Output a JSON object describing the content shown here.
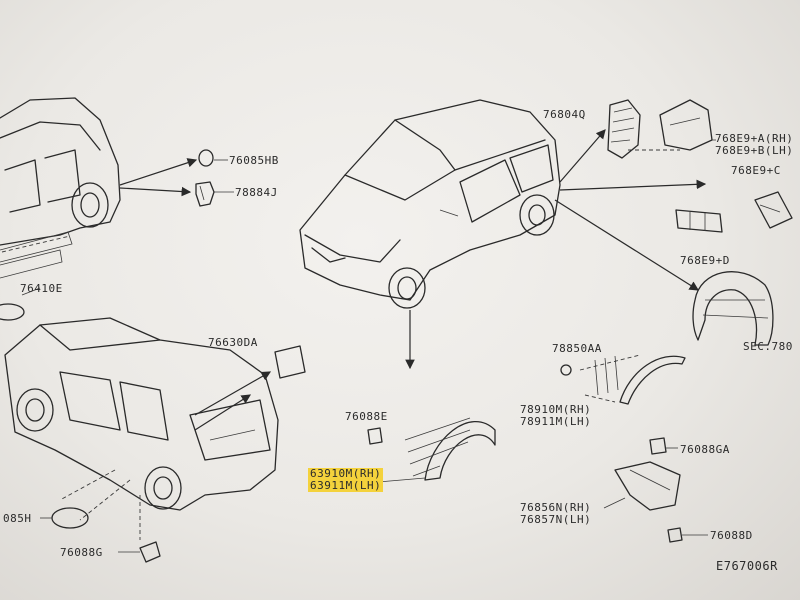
{
  "labels": {
    "p76085HB": "76085HB",
    "p78884J": "78884J",
    "p76410E": "76410E",
    "p76630DA": "76630DA",
    "p76088E": "76088E",
    "p63910M": "63910M(RH)",
    "p63911M": "63911M(LH)",
    "p085H": "085H",
    "p76088G": "76088G",
    "p76804Q": "76804Q",
    "p768E9A": "768E9+A(RH)",
    "p768E9B": "768E9+B(LH)",
    "p768E9C": "768E9+C",
    "p768E9D": "768E9+D",
    "pSEC780": "SEC.780",
    "p78850AA": "78850AA",
    "p78910M": "78910M(RH)",
    "p78911M": "78911M(LH)",
    "p76088GA": "76088GA",
    "p76856N": "76856N(RH)",
    "p76857N": "76857N(LH)",
    "p76088D": "76088D",
    "diagram_code": "E767006R"
  },
  "colors": {
    "highlight": "#f4d23c",
    "ink": "#2a2a2a"
  }
}
